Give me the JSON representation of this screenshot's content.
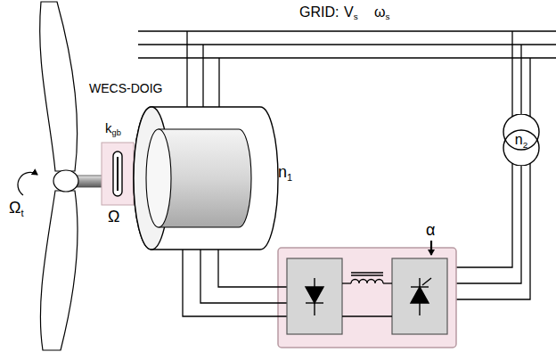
{
  "diagram": {
    "nodes": [
      {
        "text": [
          "n2"
        ]
      }
    ],
    "labels": [
      "GRID:",
      "Vs",
      "ωs",
      "WECS-DOIG",
      "kgb",
      "Ωt",
      "Ω",
      "n1",
      "α"
    ]
  }
}
